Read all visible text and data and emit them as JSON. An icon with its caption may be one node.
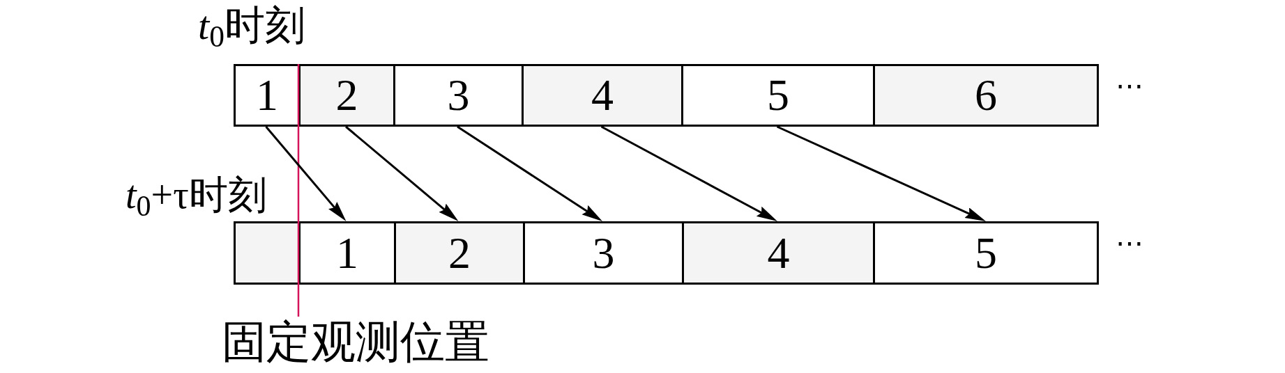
{
  "diagram": {
    "nodes": [
      {
        "text": [
          "1"
        ]
      },
      {
        "text": [
          "2"
        ]
      },
      {
        "text": [
          "3"
        ]
      },
      {
        "text": [
          "4"
        ]
      },
      {
        "text": [
          "5"
        ]
      },
      {
        "text": [
          "6"
        ]
      },
      {
        "text": [],
        "shape": "box"
      },
      {
        "text": [
          "1"
        ]
      },
      {
        "text": [
          "2"
        ]
      },
      {
        "text": [
          "3"
        ]
      },
      {
        "text": [
          "4"
        ]
      },
      {
        "text": [
          "5"
        ]
      }
    ],
    "edges": [
      {
        "from": 0,
        "to": 7,
        "arrow": "to"
      },
      {
        "from": 1,
        "to": 8,
        "arrow": "to"
      },
      {
        "from": 2,
        "to": 9,
        "arrow": "to"
      },
      {
        "from": 3,
        "to": 10,
        "arrow": "to"
      },
      {
        "from": 4,
        "to": 11,
        "arrow": "to"
      }
    ],
    "labels": [
      "*t*$_{0}$时刻",
      "⋯",
      "*t*$_{0}$+τ时刻",
      "⋯",
      "固定观测位置"
    ]
  }
}
